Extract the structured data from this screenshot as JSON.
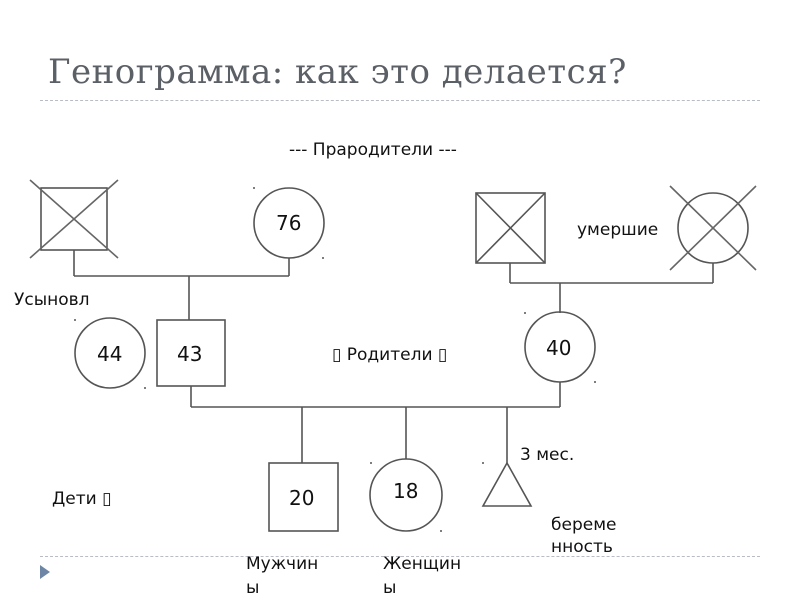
{
  "title": "Генограмма: как это делается?",
  "labels": {
    "grandparents": "--- Прародители ---",
    "deceased": "умершие",
    "adopted": "Усыновл",
    "parents": "▯ Родители ▯",
    "children": "Дети ▯",
    "months": "3 мес.",
    "pregnancy": "береме нность",
    "men": "Мужчин ы",
    "women": "Женщин ы"
  },
  "ages": {
    "grandmother_paternal": "76",
    "mother_adoptive": "44",
    "father": "43",
    "mother": "40",
    "son": "20",
    "daughter": "18"
  },
  "colors": {
    "line": "#555555",
    "cross": "#666666",
    "rule": "#b8bcc4",
    "title": "#5b5f66",
    "accent": "#6e86a5"
  }
}
